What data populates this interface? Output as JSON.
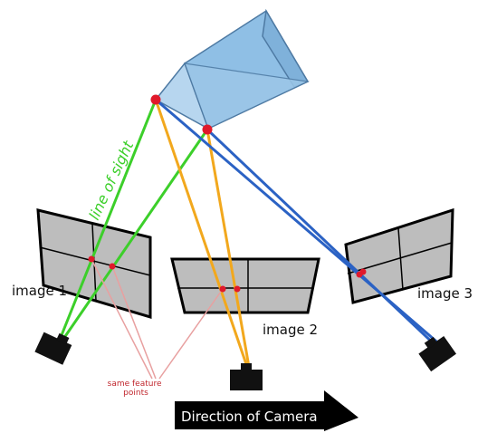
{
  "labels": {
    "line_of_sight": "line of sight",
    "image_1": "image 1",
    "image_2": "image 2",
    "image_3": "image 3",
    "same_feature_line1": "same feature",
    "same_feature_line2": "points",
    "direction": "Direction of Camera"
  },
  "colors": {
    "object_fill": "#9cc7e8",
    "object_fill_dark": "#7fb1da",
    "object_stroke": "#4e7aa3",
    "image_plane_fill": "#bdbdbd",
    "line_green": "#3ccf2a",
    "line_orange": "#f2a81d",
    "line_blue": "#2b62c4",
    "point_red": "#e0192b",
    "feature_line": "#e8a0a0",
    "feature_text": "#c0262d",
    "camera": "#111111",
    "arrow": "#000000"
  },
  "icons": [
    "camera-icon",
    "arrow-right-icon"
  ]
}
